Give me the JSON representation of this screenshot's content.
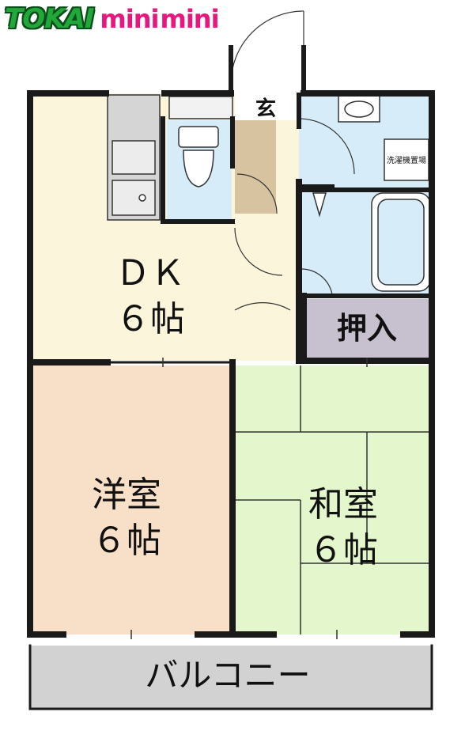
{
  "logo": {
    "brand1": "TOKAI",
    "brand2": "mini",
    "brand3": "mini"
  },
  "rooms": {
    "genkan": "玄",
    "dk_name": "ＤＫ",
    "dk_size": "６帖",
    "oshiire": "押入",
    "yoshitsu_name": "洋室",
    "yoshitsu_size": "６帖",
    "washitsu_name": "和室",
    "washitsu_size": "６帖",
    "balcony": "バルコニー",
    "laundry": "洗濯機置場"
  },
  "colors": {
    "dk": "#fbf5dc",
    "yoshitsu": "#f8dfc8",
    "washitsu": "#e4f7cc",
    "wet": "#d6ecf8",
    "entry": "#d7c3a0",
    "oshiire": "#c7c1cf",
    "balcony": "#d2d2d2",
    "wall": "#1a1a1a"
  }
}
